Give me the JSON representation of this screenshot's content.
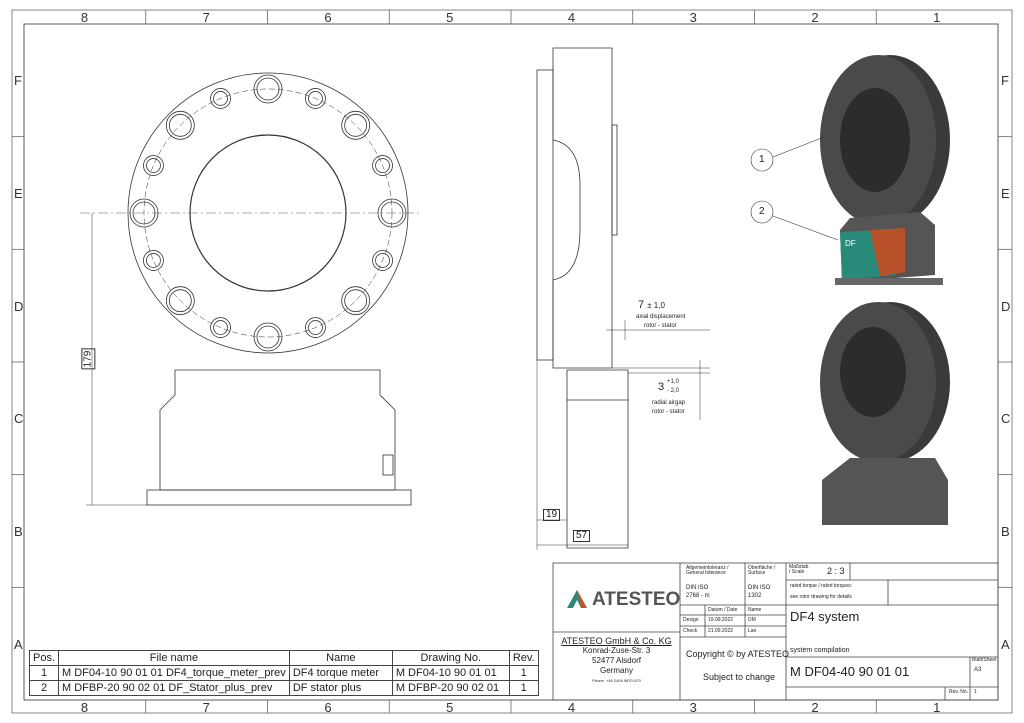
{
  "zones": {
    "cols": [
      "8",
      "7",
      "6",
      "5",
      "4",
      "3",
      "2",
      "1"
    ],
    "rows": [
      "F",
      "E",
      "D",
      "C",
      "B",
      "A"
    ]
  },
  "dimensions": {
    "height": "179",
    "axial_value": "7",
    "axial_tol": "± 1,0",
    "axial_label1": "axial displacement",
    "axial_label2": "rotor - stator",
    "radial_value": "3",
    "radial_tol_upper": "+1,0",
    "radial_tol_lower": "- 2,0",
    "radial_label1": "radial airgap",
    "radial_label2": "rotor - stator",
    "dim19": "19",
    "dim57": "57"
  },
  "balloons": [
    "1",
    "2"
  ],
  "stator_label": "DF",
  "parts_list": {
    "headers": [
      "Pos.",
      "File name",
      "Name",
      "Drawing No.",
      "Rev."
    ],
    "rows": [
      [
        "1",
        "M DF04-10 90 01 01  DF4_torque_meter_prev",
        "DF4 torque meter",
        "M DF04-10 90 01 01",
        "1"
      ],
      [
        "2",
        "M DFBP-20 90 02 01  DF_Stator_plus_prev",
        "DF stator plus",
        "M DFBP-20 90 02 01",
        "1"
      ]
    ]
  },
  "title_block": {
    "logo": "ATESTEO",
    "tol_label": "Allgemeintoleranz / General tolerance",
    "tol_value1": "DIN ISO",
    "tol_value2": "2768 - m",
    "surface_label": "Oberfläche / Surface",
    "surface_value1": "DIN ISO",
    "surface_value2": "1302",
    "scale_label": "Maßstab / Scale",
    "scale": "2 : 3",
    "note1": "rated torque / rated torques:",
    "note2": "see rotor drawing for details",
    "date_header": "Datum / Date",
    "name_header": "Name",
    "design_label": "Design",
    "design_date": "19.09.2022",
    "design_name": "DM",
    "check_label": "Check",
    "check_date": "21.09.2022",
    "check_name": "Lan",
    "title": "DF4 system",
    "subtitle": "system compilation",
    "company": "ATESTEO GmbH & Co. KG",
    "street": "Konrad-Zuse-Str. 3",
    "city": "52477 Alsdorf",
    "country": "Germany",
    "phone": "Phone: +49 2404 9870-570",
    "copyright": "Copyright © by ATESTEO",
    "subject": "Subject to change",
    "drawing_no": "M DF04-40 90 01 01",
    "sheet_label": "Blatt/Sheet",
    "sheet": "A3",
    "rev_label": "Rev. No.",
    "rev": "1"
  }
}
